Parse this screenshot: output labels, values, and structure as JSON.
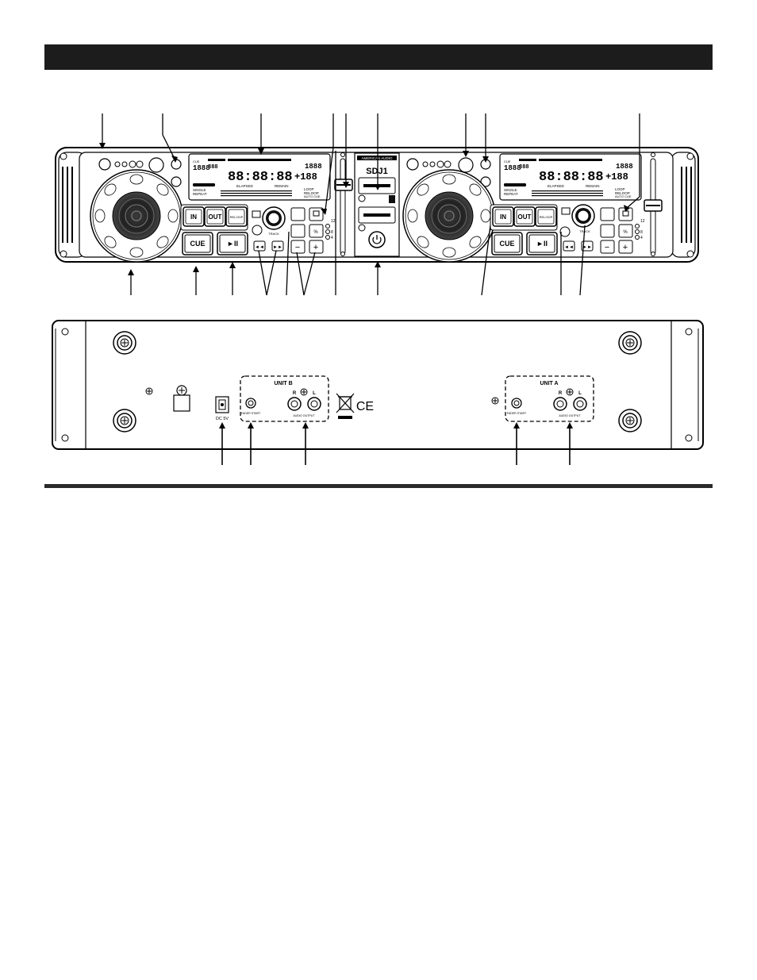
{
  "front": {
    "brand": "AMERICAN AUDIO",
    "model": "SDJ1",
    "left_deck": {
      "in": "IN",
      "out": "OUT",
      "reloop": "RELOOP",
      "cue": "CUE",
      "play": "►II",
      "track": "TRACK",
      "minus": "−",
      "plus": "+",
      "pitch_12": "12",
      "pitch_8": "8",
      "pitch_4": "4"
    },
    "right_deck": {
      "in": "IN",
      "out": "OUT",
      "reloop": "RELOOP",
      "cue": "CUE",
      "play": "►II",
      "track": "TRACK",
      "minus": "−",
      "plus": "+",
      "pitch_12": "12",
      "pitch_8": "8",
      "pitch_4": "4"
    },
    "lcd": {
      "time": "88:88:88",
      "track_small": "1888",
      "bpm": "1888",
      "pitch": "+188",
      "cue_num": "888",
      "elapsed": "ELAPSED",
      "remain": "REMAIN",
      "single": "SINGLE",
      "repeat": "REPEAT",
      "loop": "LOOP",
      "reloop": "RELOOP",
      "auto_cue": "AUTO CUE"
    },
    "power_icon": "power-icon"
  },
  "rear": {
    "unit_b": {
      "label": "UNIT B",
      "fader": "FADER START",
      "audio": "AUDIO OUTPUT",
      "r": "R",
      "l": "L"
    },
    "unit_a": {
      "label": "UNIT A",
      "fader": "FADER START",
      "audio": "AUDIO OUTPUT",
      "r": "R",
      "l": "L"
    },
    "dc": "DC 5V",
    "ce": "CE"
  }
}
